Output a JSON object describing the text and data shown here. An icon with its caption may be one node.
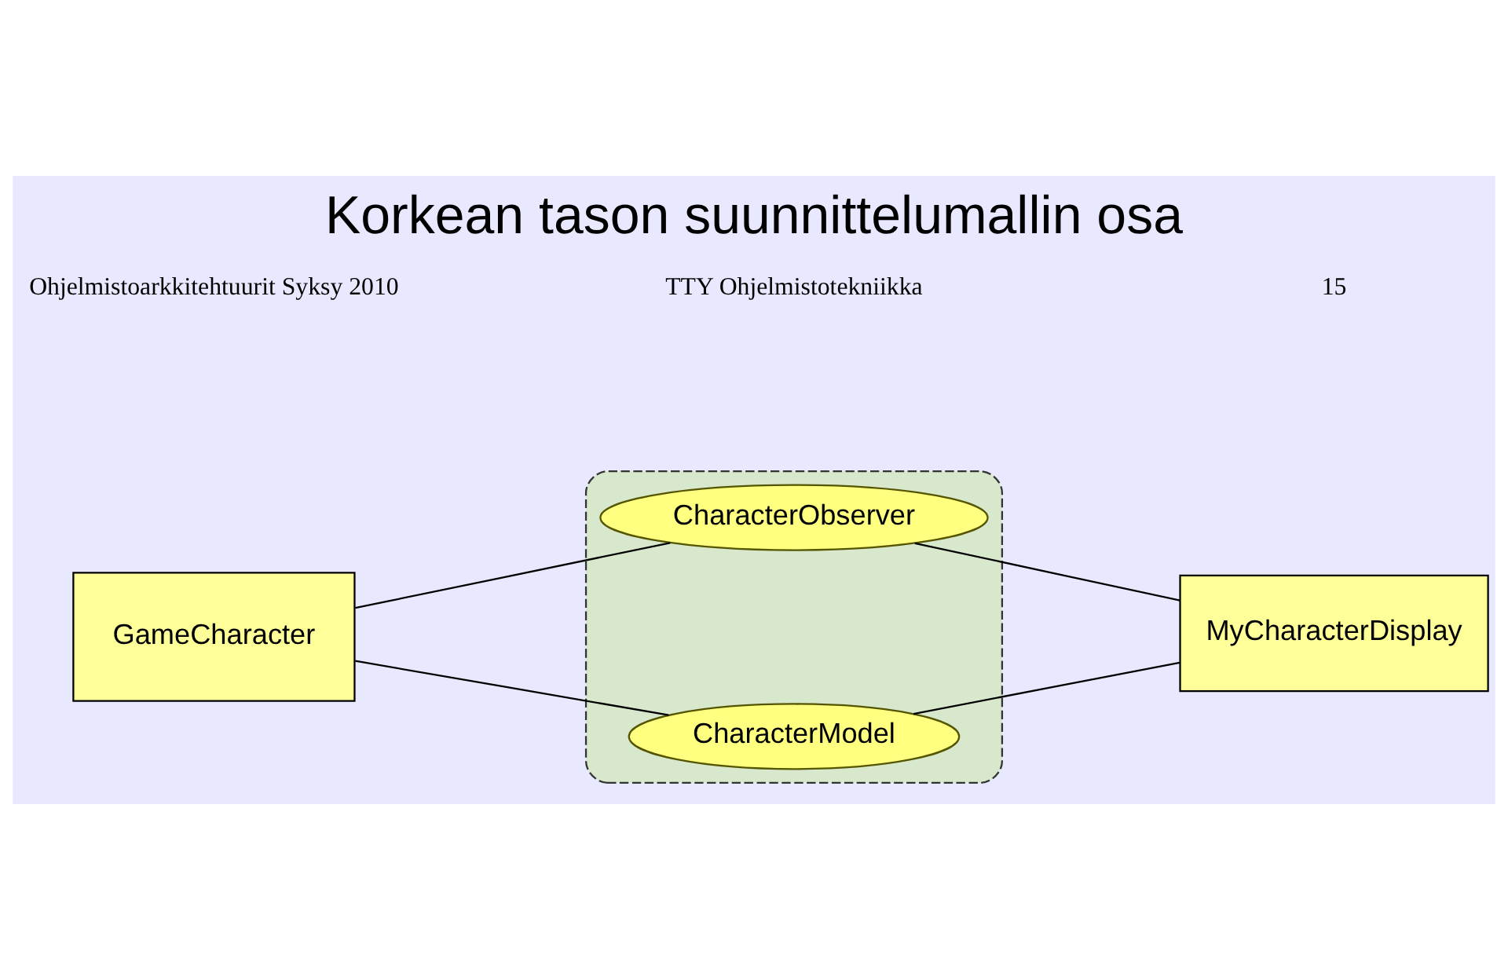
{
  "diagram": {
    "title": "Korkean tason suunnittelumallin osa",
    "nodes": [
      {
        "text": [
          "GameCharacter"
        ]
      },
      {
        "text": [],
        "shape": "box"
      },
      {
        "text": [
          "CharacterObserver"
        ],
        "in": 1
      },
      {
        "text": [
          "CharacterModel"
        ],
        "in": 1
      },
      {
        "text": [
          "MyCharacterDisplay"
        ]
      }
    ],
    "edges": [
      {
        "from": 0,
        "to": 2,
        "arrow": "none"
      },
      {
        "from": 2,
        "to": 4,
        "arrow": "none"
      },
      {
        "from": 0,
        "to": 3,
        "arrow": "none"
      },
      {
        "from": 3,
        "to": 4,
        "arrow": "none"
      }
    ],
    "labels": [
      "Ohjelmistoarkkitehtuurit Syksy 2010",
      "TTY Ohjelmistotekniikka",
      "15"
    ]
  }
}
